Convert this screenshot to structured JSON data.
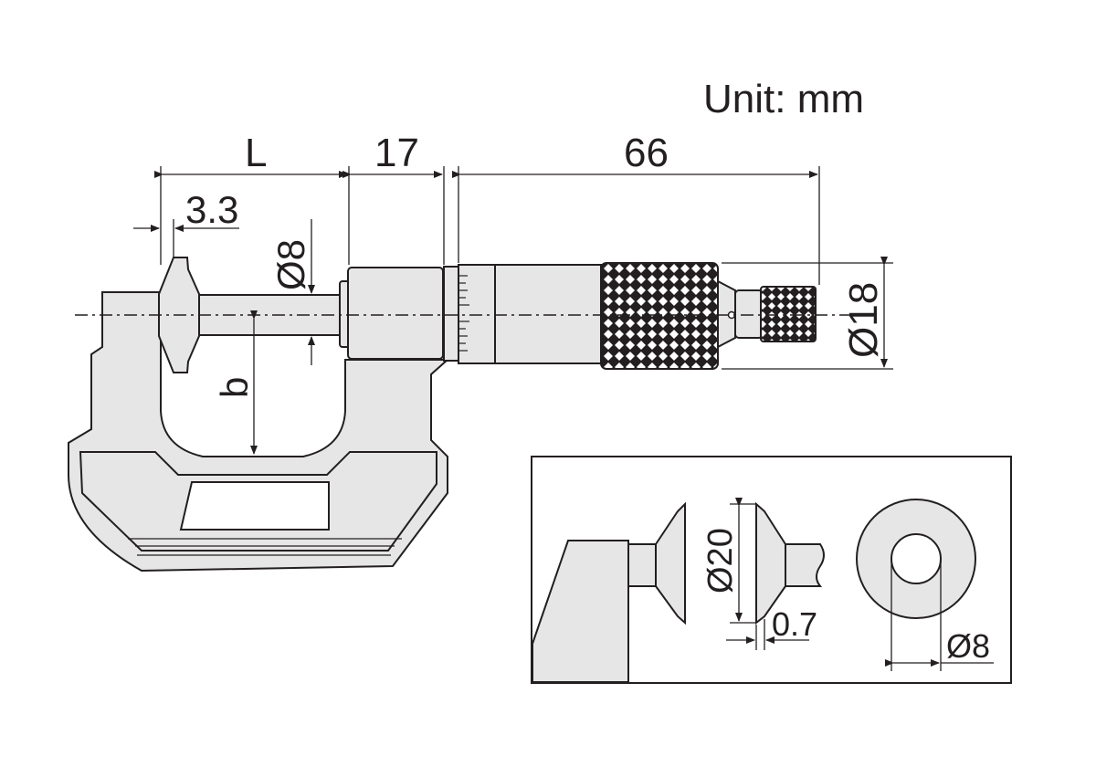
{
  "unit_label": "Unit: mm",
  "dimensions": {
    "L": "L",
    "spindle_length": "17",
    "sleeve_length": "66",
    "disc_offset": "3.3",
    "spindle_diameter": "Ø8",
    "b": "b",
    "thimble_diameter": "Ø18"
  },
  "detail": {
    "disc_diameter": "Ø20",
    "disc_edge": "0.7",
    "face_diameter": "Ø8"
  },
  "colors": {
    "body": "#e6e6e6",
    "outline": "#231f20",
    "knurl": "#231f20"
  }
}
